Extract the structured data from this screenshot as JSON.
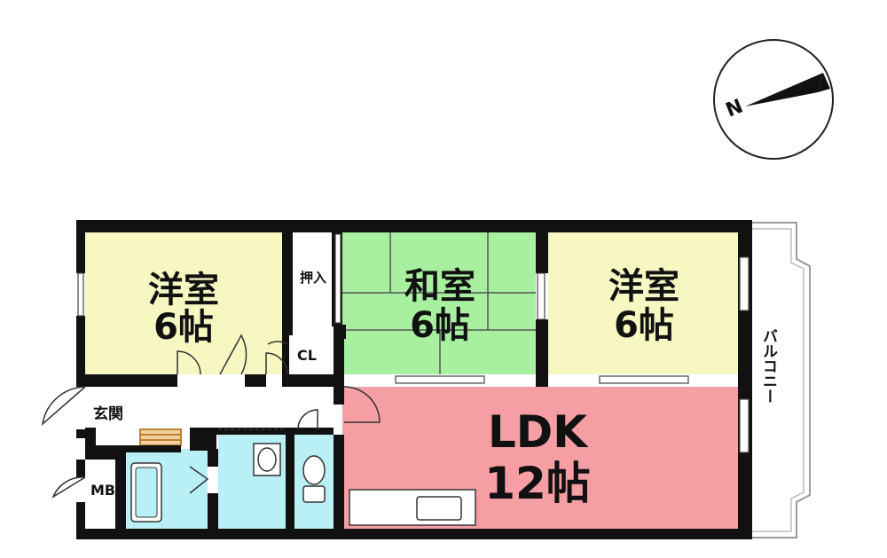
{
  "rooms": {
    "west_room": {
      "name": "洋室",
      "size": "6帖"
    },
    "japanese_room": {
      "name": "和室",
      "size": "6帖"
    },
    "east_room": {
      "name": "洋室",
      "size": "6帖"
    },
    "ldk": {
      "name": "LDK",
      "size": "12帖"
    }
  },
  "labels": {
    "oshiire": "押入",
    "closet": "CL",
    "entrance": "玄関",
    "meter_box": "MB",
    "balcony": "バルコニー"
  },
  "compass": {
    "north": "N"
  },
  "colors": {
    "western_room": "#f7f7c2",
    "japanese_room": "#a8f0a0",
    "ldk": "#f59fa4",
    "wet_area": "#b8f0f5",
    "wall": "#111111"
  }
}
